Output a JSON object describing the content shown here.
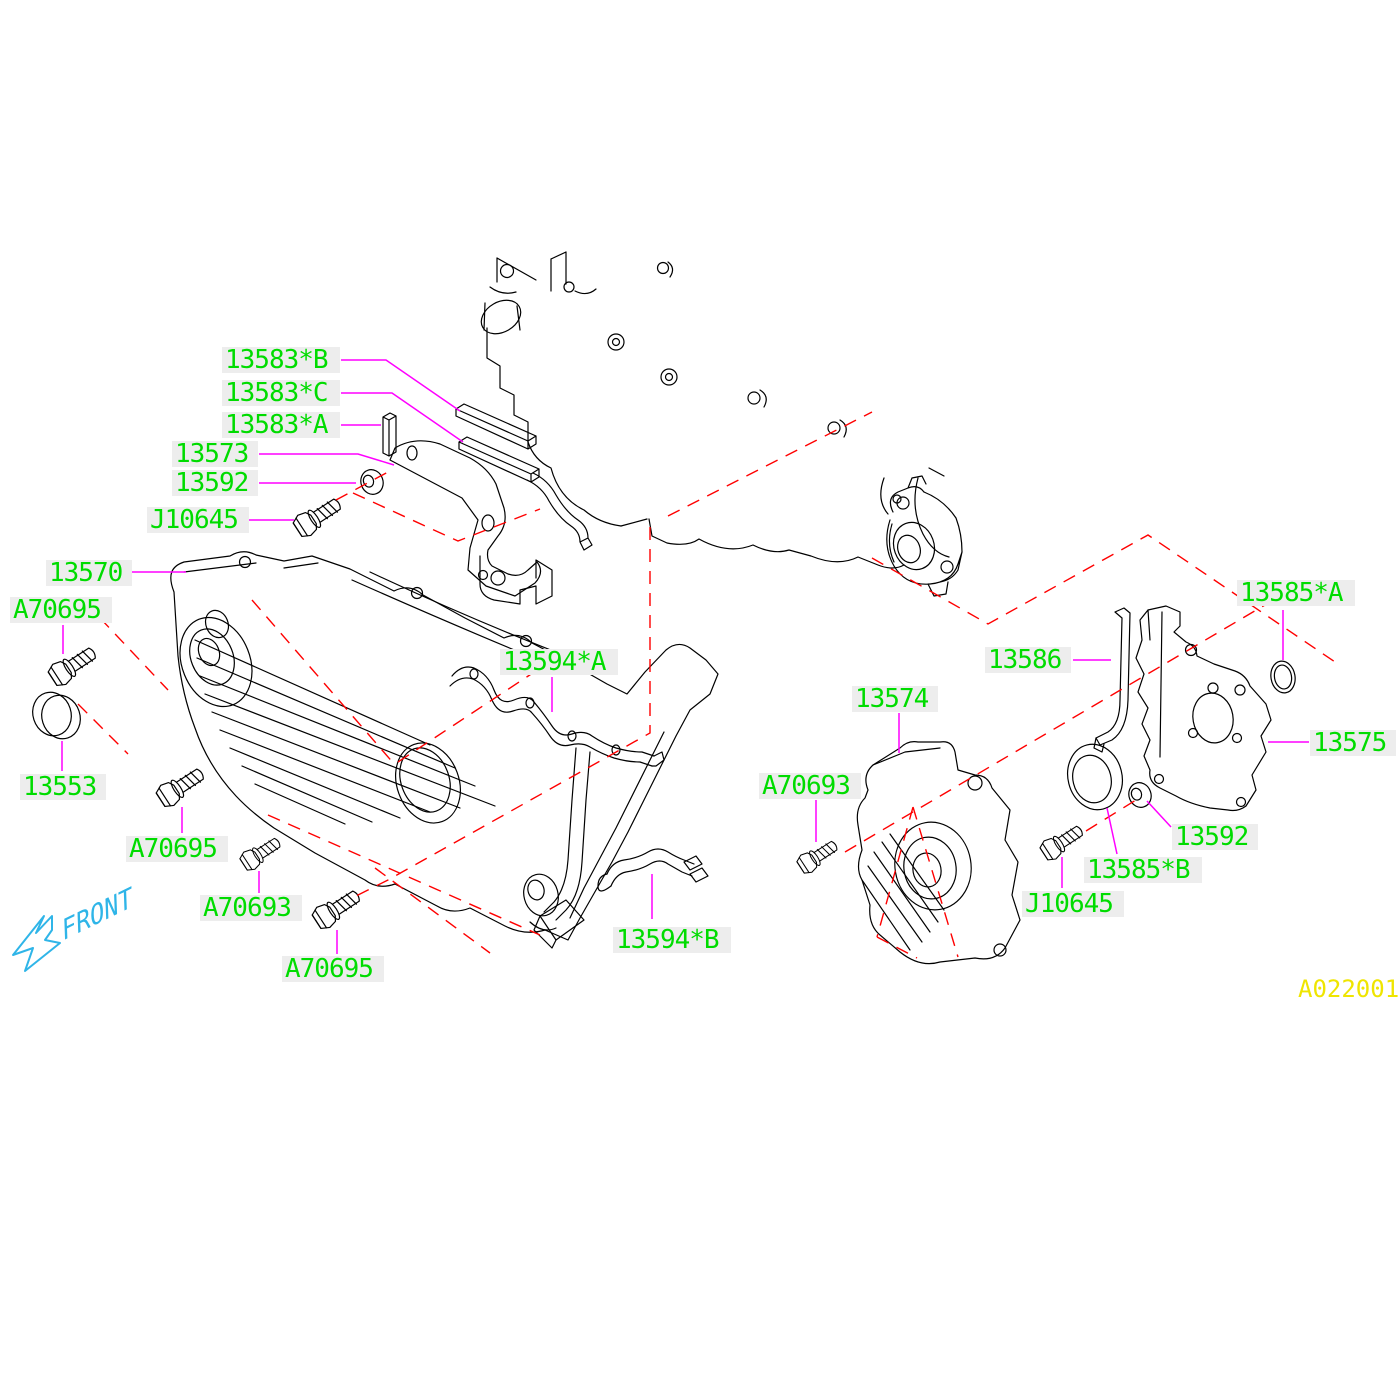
{
  "diagram_code": "A022001",
  "front_label": "FRONT",
  "colors": {
    "label": "#00dc00",
    "leader": "#ff00ff",
    "alignment": "#ff0000",
    "line_art": "#000000",
    "front": "#2fb5e8",
    "code": "#efe500",
    "label_bg": "#ededed"
  },
  "labels": [
    {
      "text": "13583*B"
    },
    {
      "text": "13583*C"
    },
    {
      "text": "13583*A"
    },
    {
      "text": "13573"
    },
    {
      "text": "13592"
    },
    {
      "text": "J10645"
    },
    {
      "text": "13570"
    },
    {
      "text": "A70695"
    },
    {
      "text": "13553"
    },
    {
      "text": "A70695"
    },
    {
      "text": "A70693"
    },
    {
      "text": "A70695"
    },
    {
      "text": "13594*A"
    },
    {
      "text": "13594*B"
    },
    {
      "text": "13574"
    },
    {
      "text": "A70693"
    },
    {
      "text": "J10645"
    },
    {
      "text": "13585*B"
    },
    {
      "text": "13592"
    },
    {
      "text": "13586"
    },
    {
      "text": "13585*A"
    },
    {
      "text": "13575"
    }
  ]
}
